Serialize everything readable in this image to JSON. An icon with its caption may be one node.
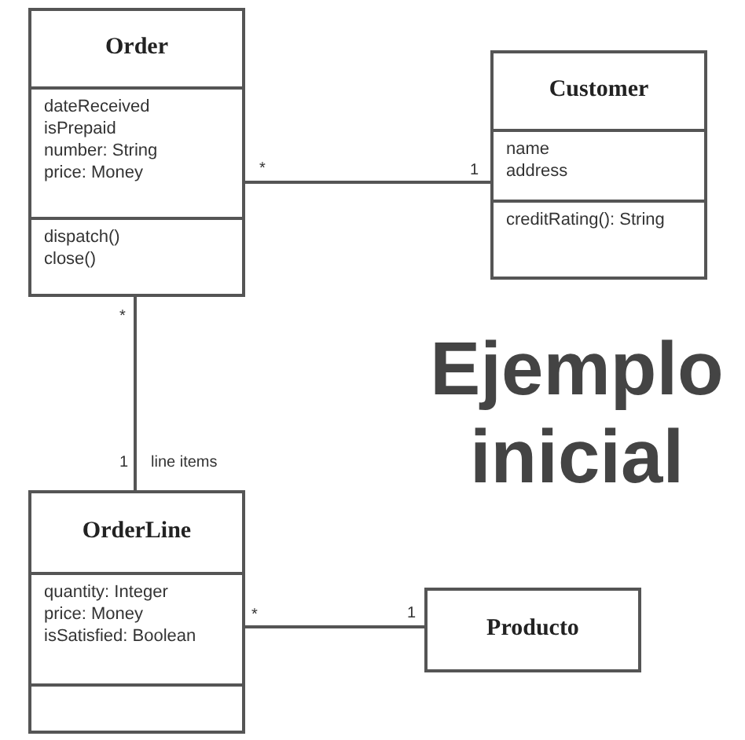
{
  "diagram": {
    "title": "Ejemplo inicial",
    "nodes": [
      {
        "text": [
          "Order"
        ]
      },
      {
        "text": [
          "dateReceived",
          "isPrepaid",
          "number: String",
          "price: Money"
        ],
        "in": 0
      },
      {
        "text": [
          "dispatch()",
          "close()"
        ],
        "in": 0
      },
      {
        "text": [
          "Customer"
        ]
      },
      {
        "text": [
          "name",
          "address"
        ],
        "in": 3
      },
      {
        "text": [
          "creditRating(): String"
        ],
        "in": 3
      },
      {
        "text": [
          "OrderLine"
        ]
      },
      {
        "text": [
          "quantity: Integer",
          "price: Money",
          "isSatisfied: Boolean"
        ],
        "in": 6
      },
      {
        "text": [],
        "shape": "box",
        "in": 6
      },
      {
        "text": [
          "Producto"
        ]
      }
    ],
    "edges": [
      {
        "from": 0,
        "to": 3,
        "arrow": "none"
      },
      {
        "from": 0,
        "to": 6,
        "arrow": "none"
      },
      {
        "from": 6,
        "to": 9,
        "arrow": "none"
      }
    ],
    "labels": [
      "*",
      "1",
      "*",
      "1",
      "line items",
      "*",
      "1"
    ]
  }
}
